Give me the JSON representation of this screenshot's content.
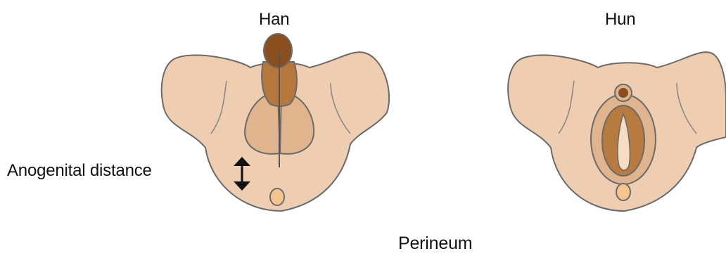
{
  "labels": {
    "left_figure": "Han",
    "right_figure": "Hun",
    "distance": "Anogenital distance",
    "bottom": "Perineum"
  },
  "colors": {
    "skin": "#EECDB0",
    "outline": "#6B6B6B",
    "scrotum": "#E0B48C",
    "shaft": "#B5773B",
    "glans": "#8A4E1F",
    "labia": "#B87B3F",
    "anus": "#F6C48E",
    "arrow": "#111111"
  }
}
